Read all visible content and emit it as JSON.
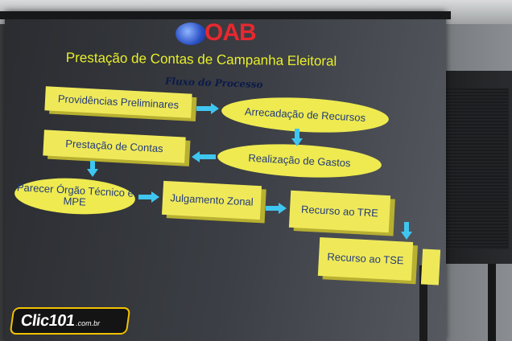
{
  "slide": {
    "logo_text": "OAB",
    "title": "Prestação de Contas de Campanha Eleitoral",
    "subtitle": "Fluxo do Processo",
    "steps": [
      "Providências Preliminares",
      "Arrecadação de Recursos",
      "Prestação de Contas",
      "Realização de Gastos",
      "Parecer Órgão Técnico e MPE",
      "Julgamento Zonal",
      "Recurso ao TRE",
      "Recurso ao TSE"
    ]
  },
  "watermark": {
    "brand": "Clic101",
    "domain": ".com.br"
  },
  "colors": {
    "node_fill": "#efe95a",
    "node_text": "#223a7a",
    "arrow": "#3fc6f0",
    "title": "#e8ef2a",
    "logo_red": "#e8282f"
  }
}
